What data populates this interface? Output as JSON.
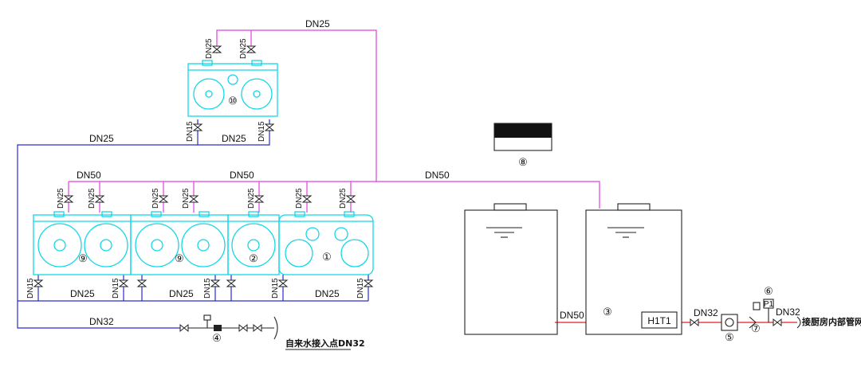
{
  "pipes": {
    "dn25": "DN25",
    "dn50": "DN50",
    "dn15": "DN15",
    "dn32": "DN32"
  },
  "equipment": {
    "e1": "①",
    "e2": "②",
    "e3": "③",
    "e4": "④",
    "e5": "⑤",
    "e6": "⑥",
    "e7": "⑦",
    "e8": "⑧",
    "e9": "⑨",
    "e10": "⑩"
  },
  "tank_label": "H1T1",
  "meter_label": "P1",
  "notes": {
    "water_inlet": "自来水接入点DN32",
    "kitchen_pipe": "接厨房内部管网"
  },
  "colors": {
    "supply_hot": "#e040e0",
    "supply_cold": "#2a2ad0",
    "equipment_outline": "#10d8e8",
    "feed_line": "#e02020"
  }
}
